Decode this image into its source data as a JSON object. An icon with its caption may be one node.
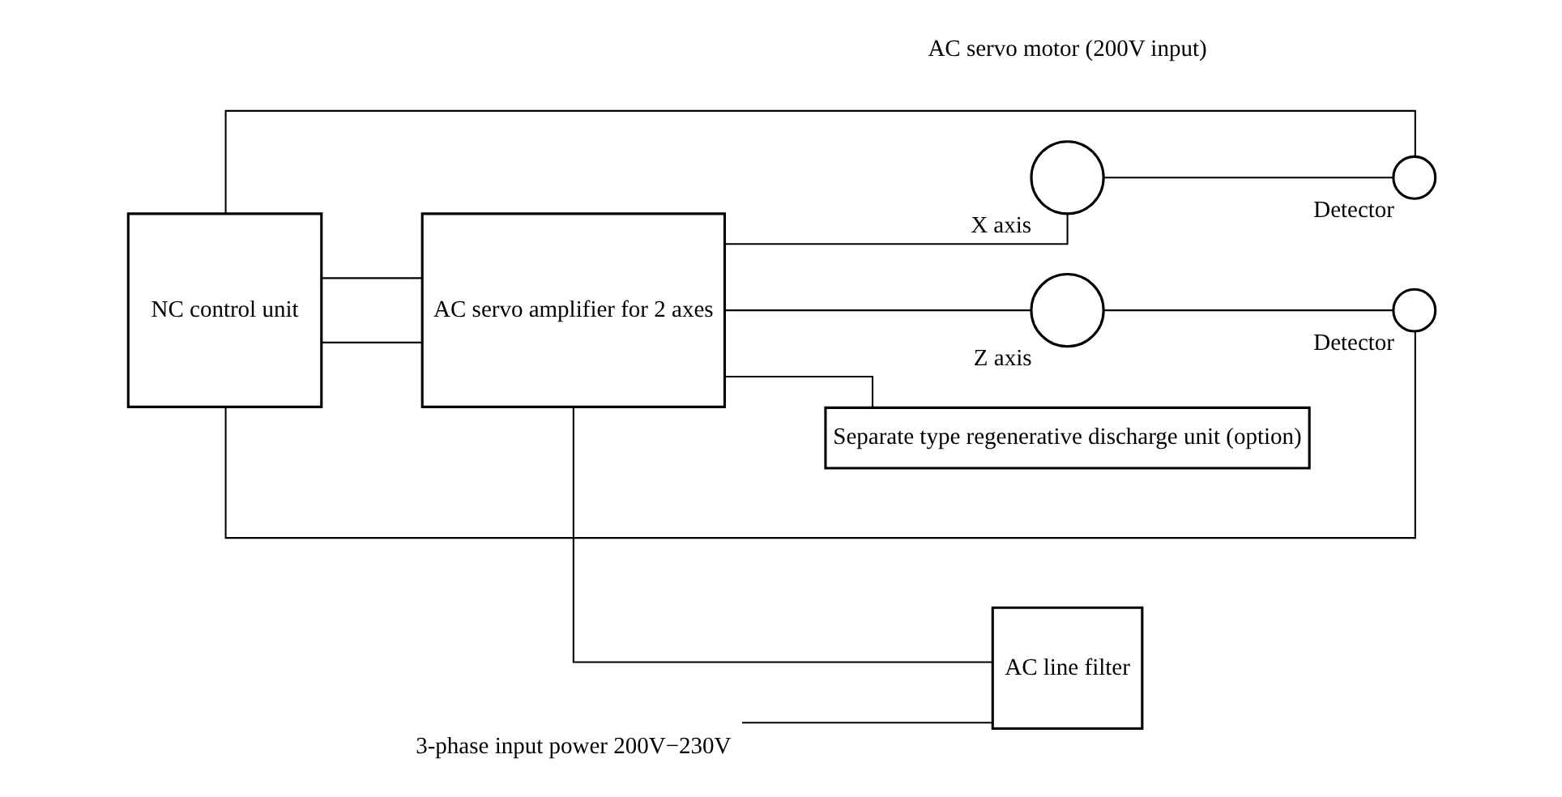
{
  "diagram": {
    "nodes": [
      {
        "text": [
          "NC control unit"
        ]
      },
      {
        "text": [
          "AC servo amplifier for 2 axes"
        ]
      },
      {
        "text": [],
        "shape": "circle",
        "beside": [
          "X axis"
        ]
      },
      {
        "text": [],
        "shape": "circle",
        "beside": [
          "Detector"
        ]
      },
      {
        "text": [],
        "shape": "circle",
        "beside": [
          "Z axis"
        ]
      },
      {
        "text": [],
        "shape": "circle",
        "beside": [
          "Detector"
        ]
      },
      {
        "text": [
          "3-phase input power 200V−230V"
        ]
      },
      {
        "text": [
          "AC line filter"
        ]
      },
      {
        "text": [
          "Separate type regenerative discharge unit (option)"
        ]
      }
    ],
    "edges": [
      {
        "from": 0,
        "to": 1,
        "arrow": "none"
      },
      {
        "from": 0,
        "to": 1,
        "arrow": "none"
      },
      {
        "from": 1,
        "to": 2,
        "arrow": "none"
      },
      {
        "from": 2,
        "to": 3,
        "arrow": "none"
      },
      {
        "from": 1,
        "to": 4,
        "arrow": "none"
      },
      {
        "from": 4,
        "to": 5,
        "arrow": "none"
      },
      {
        "from": 5,
        "to": 0,
        "arrow": "none"
      },
      {
        "from": 3,
        "to": 0,
        "arrow": "none"
      },
      {
        "from": 1,
        "to": 7,
        "arrow": "none"
      },
      {
        "from": 1,
        "to": 8,
        "arrow": "none"
      },
      {
        "from": 6,
        "to": 7,
        "arrow": "none"
      }
    ],
    "labels": [
      "AC servo motor (200V input)"
    ]
  }
}
